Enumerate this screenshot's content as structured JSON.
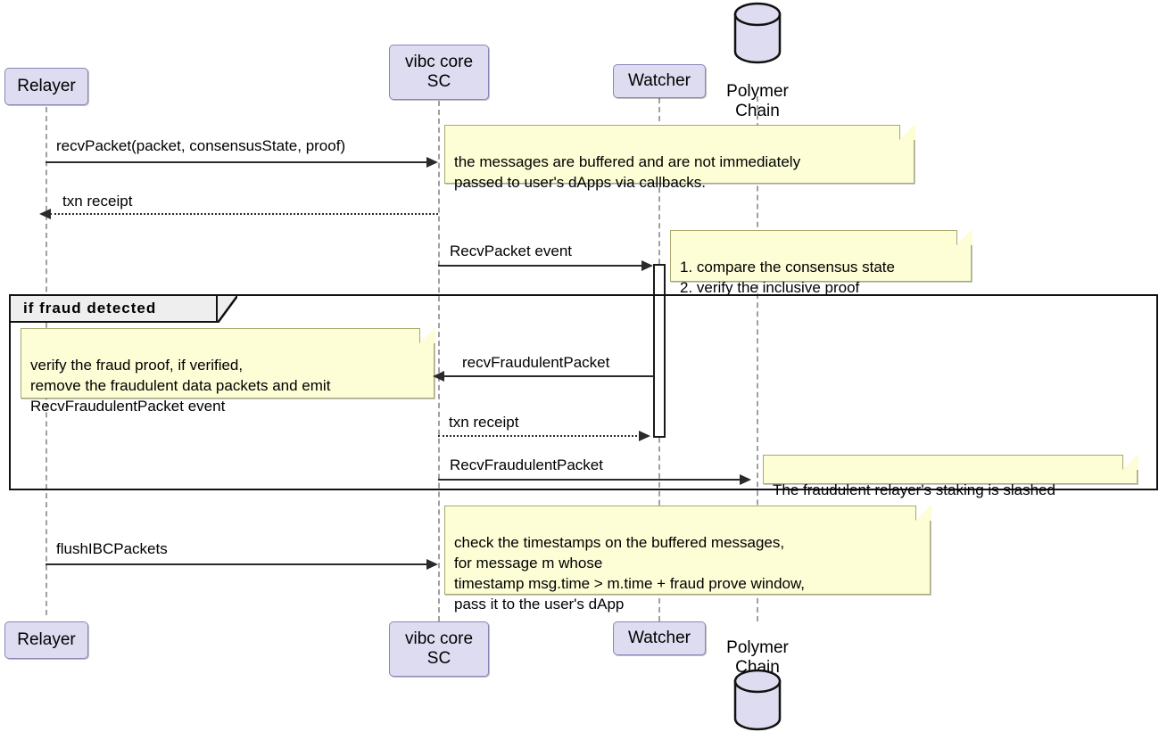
{
  "diagram": {
    "type": "uml-sequence-diagram",
    "title": "vIBC fraud-proof packet receive flow",
    "colors": {
      "participant_fill": "#dedcf0",
      "participant_border": "#8a87b8",
      "note_fill": "#fdfdd6",
      "note_border": "#a8a870",
      "lifeline": "#a0a0a0",
      "fragment_border": "#111111",
      "fragment_label_fill": "#eeeeee",
      "arrow": "#2a2a2a",
      "background": "#ffffff"
    }
  },
  "participants": [
    {
      "id": "relayer",
      "label": "Relayer",
      "kind": "actor-box"
    },
    {
      "id": "vibc",
      "label": "vibc core\nSC",
      "kind": "actor-box"
    },
    {
      "id": "watcher",
      "label": "Watcher",
      "kind": "actor-box"
    },
    {
      "id": "polymer",
      "label": "Polymer\nChain",
      "kind": "database"
    }
  ],
  "messages": [
    {
      "id": "m1",
      "label": "recvPacket(packet, consensusState, proof)",
      "from": "relayer",
      "to": "vibc",
      "direction": "right",
      "style": "solid"
    },
    {
      "id": "m2",
      "label": "txn receipt",
      "from": "vibc",
      "to": "relayer",
      "direction": "left",
      "style": "dotted"
    },
    {
      "id": "m3",
      "label": "RecvPacket event",
      "from": "vibc",
      "to": "watcher",
      "direction": "right",
      "style": "solid"
    },
    {
      "id": "m4",
      "label": "recvFraudulentPacket",
      "from": "watcher",
      "to": "vibc",
      "direction": "left",
      "style": "solid"
    },
    {
      "id": "m5",
      "label": "txn receipt",
      "from": "vibc",
      "to": "watcher",
      "direction": "right",
      "style": "dotted"
    },
    {
      "id": "m6",
      "label": "RecvFraudulentPacket",
      "from": "vibc",
      "to": "polymer",
      "direction": "right",
      "style": "solid"
    },
    {
      "id": "m7",
      "label": "flushIBCPackets",
      "from": "relayer",
      "to": "vibc",
      "direction": "right",
      "style": "solid"
    }
  ],
  "notes": [
    {
      "id": "n1",
      "text": "the messages are buffered and are not immediately\npassed to user's dApps via callbacks."
    },
    {
      "id": "n2",
      "text": "1. compare the consensus state\n2. verify the inclusive proof"
    },
    {
      "id": "n3",
      "text": "verify the fraud proof, if verified,\nremove the fraudulent data packets and emit\nRecvFraudulentPacket event"
    },
    {
      "id": "n4",
      "text": "The fraudulent relayer's staking is slashed"
    },
    {
      "id": "n5",
      "text": "check the timestamps on the buffered messages,\nfor message m whose\ntimestamp msg.time > m.time + fraud prove window,\npass it to the user's dApp"
    }
  ],
  "fragments": [
    {
      "id": "f1",
      "label": "if fraud detected",
      "kind": "opt"
    }
  ]
}
